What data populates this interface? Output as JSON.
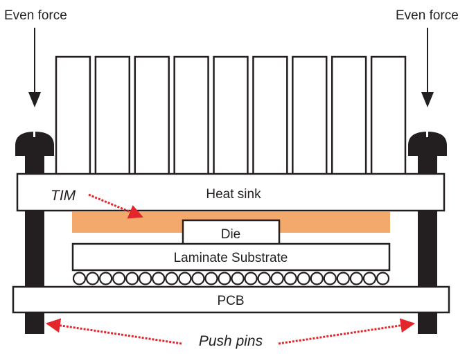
{
  "diagram": {
    "labels": {
      "force_left": "Even force",
      "force_right": "Even force",
      "heat_sink": "Heat sink",
      "tim": "TIM",
      "die": "Die",
      "substrate": "Laminate Substrate",
      "pcb": "PCB",
      "push_pins": "Push pins"
    },
    "fin_count": 9,
    "solder_ball_count": 24,
    "colors": {
      "outline": "#231f20",
      "tim_fill": "#f2a96b",
      "annotation_arrow": "#e3262b",
      "pin_fill": "#231f20"
    }
  }
}
